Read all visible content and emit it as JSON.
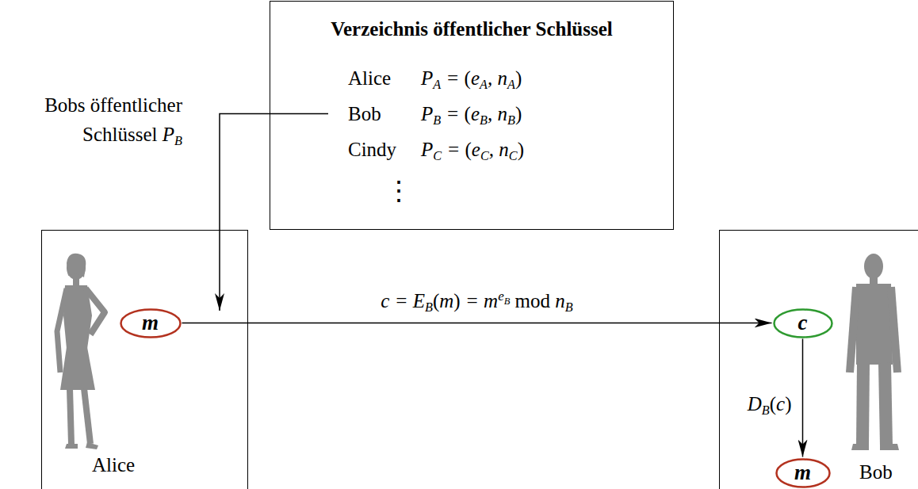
{
  "diagram": {
    "nodes": [
      {
        "text": [
          "Verzeichnis öffentlicher Schlüssel",
          "Alice",
          "PA = (eA, nA)",
          "Bob",
          "PB = (eB, nB)",
          "Cindy",
          "PC = (eC, nC)",
          "⋮"
        ]
      },
      {
        "text": [
          "Alice"
        ]
      },
      {
        "text": [
          "m"
        ],
        "in": 1
      },
      {
        "text": [
          "Bob"
        ]
      },
      {
        "text": [
          "c"
        ],
        "in": 3
      },
      {
        "text": [
          "m"
        ],
        "in": 3
      }
    ],
    "edges": [
      {
        "from": 2,
        "to": 4,
        "arrow": "to",
        "label": "c = EB(m) = meB mod nB"
      },
      {
        "from": 4,
        "to": 5,
        "arrow": "to",
        "label": "DB(c)"
      }
    ],
    "labels": [
      "Bobs öffentlicher Schlüssel PB"
    ]
  }
}
